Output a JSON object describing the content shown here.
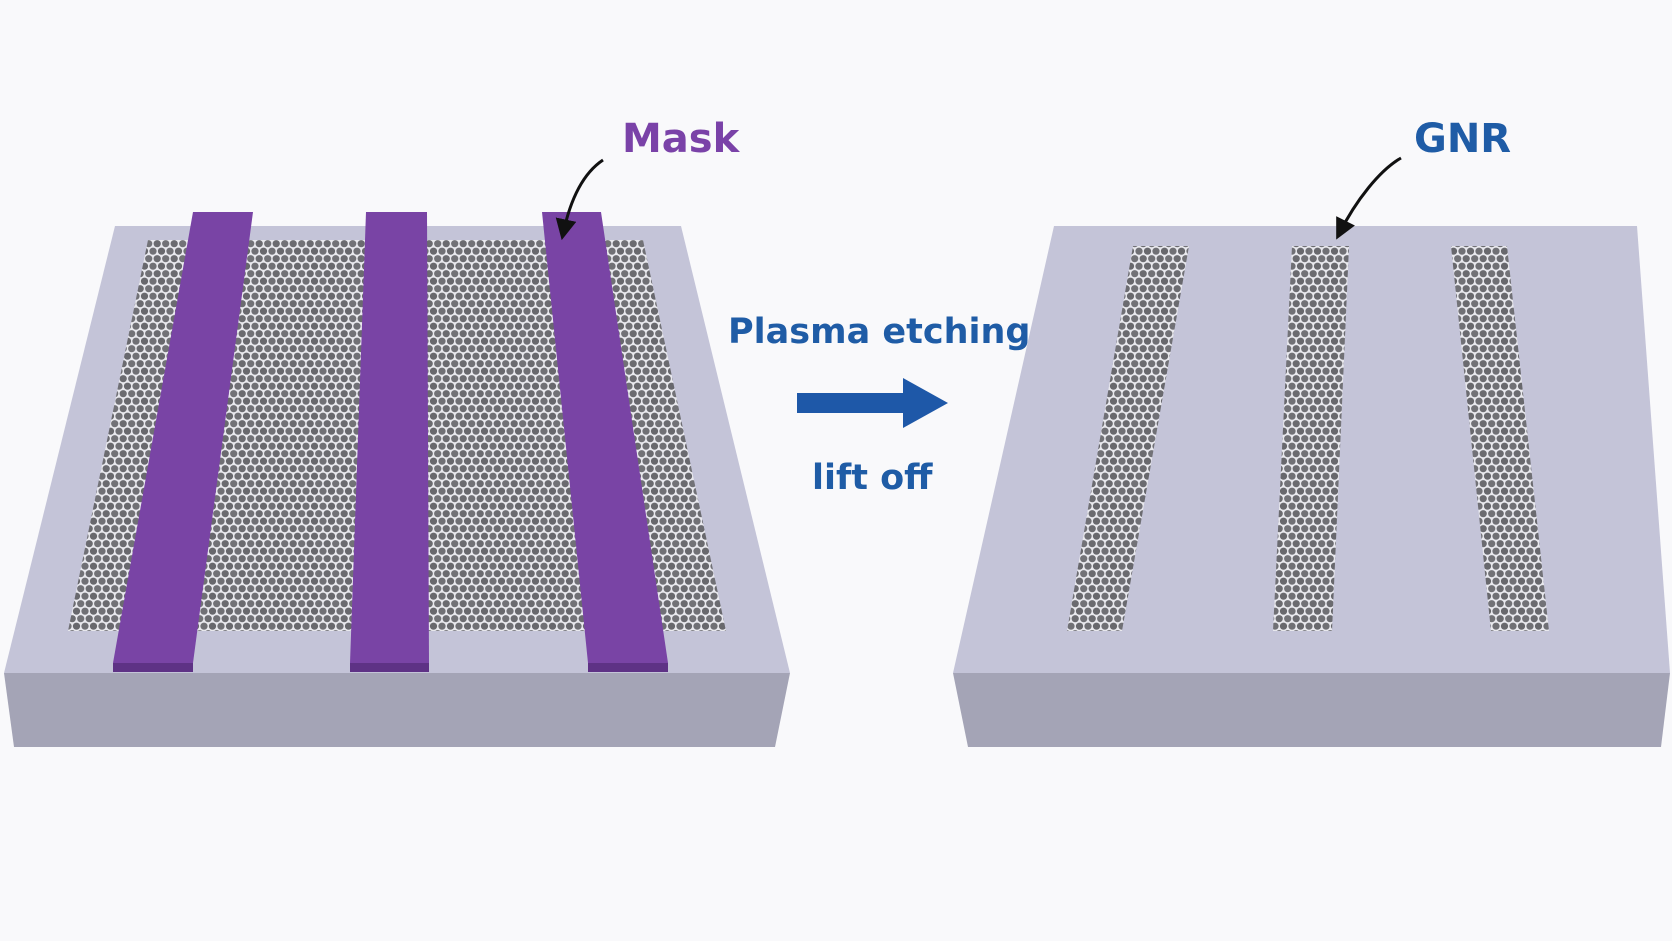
{
  "labels": {
    "mask": "Mask",
    "gnr": "GNR",
    "step_top": "Plasma etching",
    "step_bottom": "lift off"
  },
  "colors": {
    "background": "#f9f9fb",
    "substrate_top": "#c4c4d8",
    "substrate_front": "#a4a4b6",
    "graphene": "#6e6e72",
    "mask": "#7944a5",
    "accent_text": "#1f5ca6",
    "mask_text": "#7a42a8"
  },
  "icons": {
    "process_arrow": "right-arrow-icon",
    "pointer_arrows": "curved-pointer-arrow-icon"
  }
}
